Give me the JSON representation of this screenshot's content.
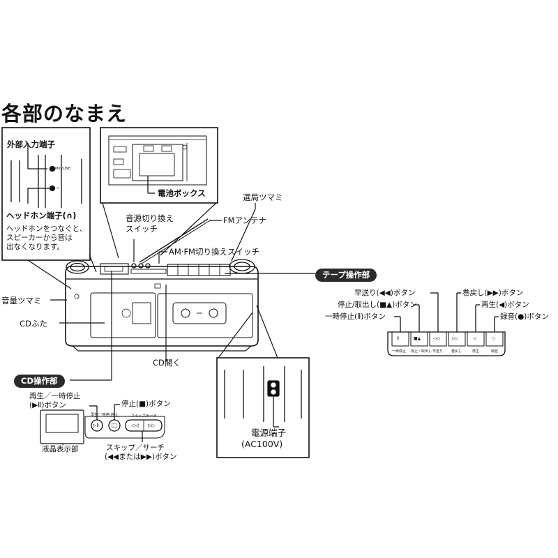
{
  "title": "各部のなまえ",
  "labels": {
    "external_input": "外部入力端子",
    "headphone_jack": "ヘッドホン端子(∩)",
    "headphone_note_1": "ヘッドホンをつなぐと、",
    "headphone_note_2": "スピーカーから音は",
    "headphone_note_3": "出なくなります。",
    "battery_box": "電池ボックス",
    "tuning_knob": "選局ツマミ",
    "source_switch_1": "音源切り換え",
    "source_switch_2": "スイッチ",
    "fm_antenna": "FMアンテナ",
    "am_fm_switch": "AM·FM切り換えスイッチ",
    "volume_knob": "音量ツマミ",
    "cd_lid": "CDふた",
    "cd_open": "CD開く",
    "power_terminal_1": "電源端子",
    "power_terminal_2": "(AC100V)",
    "jack_mic": "MIC/LINE",
    "jack_hp": "∩"
  },
  "tape_section": {
    "heading": "テープ操作部",
    "fast_forward": "早送り(◀◀)ボタン",
    "stop_eject": "停止/取出し(■▲)ボタン",
    "pause": "一時停止(Ⅱ)ボタン",
    "rewind": "巻戻し(▶▶)ボタン",
    "play": "再生(◀)ボタン",
    "record": "録音(●)ボタン",
    "buttons": [
      {
        "icon": "Ⅱ",
        "caption": "一時停止"
      },
      {
        "icon": "■▲",
        "caption": "停止・取出し"
      },
      {
        "icon": "◁◁",
        "caption": "早送り"
      },
      {
        "icon": "▷▷",
        "caption": "巻戻し"
      },
      {
        "icon": "◁",
        "caption": "再生"
      },
      {
        "icon": "○",
        "caption": "録音"
      }
    ]
  },
  "cd_section": {
    "heading": "CD操作部",
    "play_pause_1": "再生／一時停止",
    "play_pause_2": "(▶Ⅱ)ボタン",
    "stop": "停止(■)ボタン",
    "skip_search_1": "スキップ／サーチ",
    "skip_search_2": "(◀◀または▶▶)ボタン",
    "lcd": "液晶表示部",
    "button_play_pause_caption": "再生/一時停止",
    "button_stop_caption": "停止",
    "skip_caption": "スキップ/サーチ",
    "button_play_pause_icon": "▷Ⅱ",
    "button_stop_icon": "□",
    "button_prev_icon": "◁◁",
    "button_next_icon": "▷▷"
  }
}
